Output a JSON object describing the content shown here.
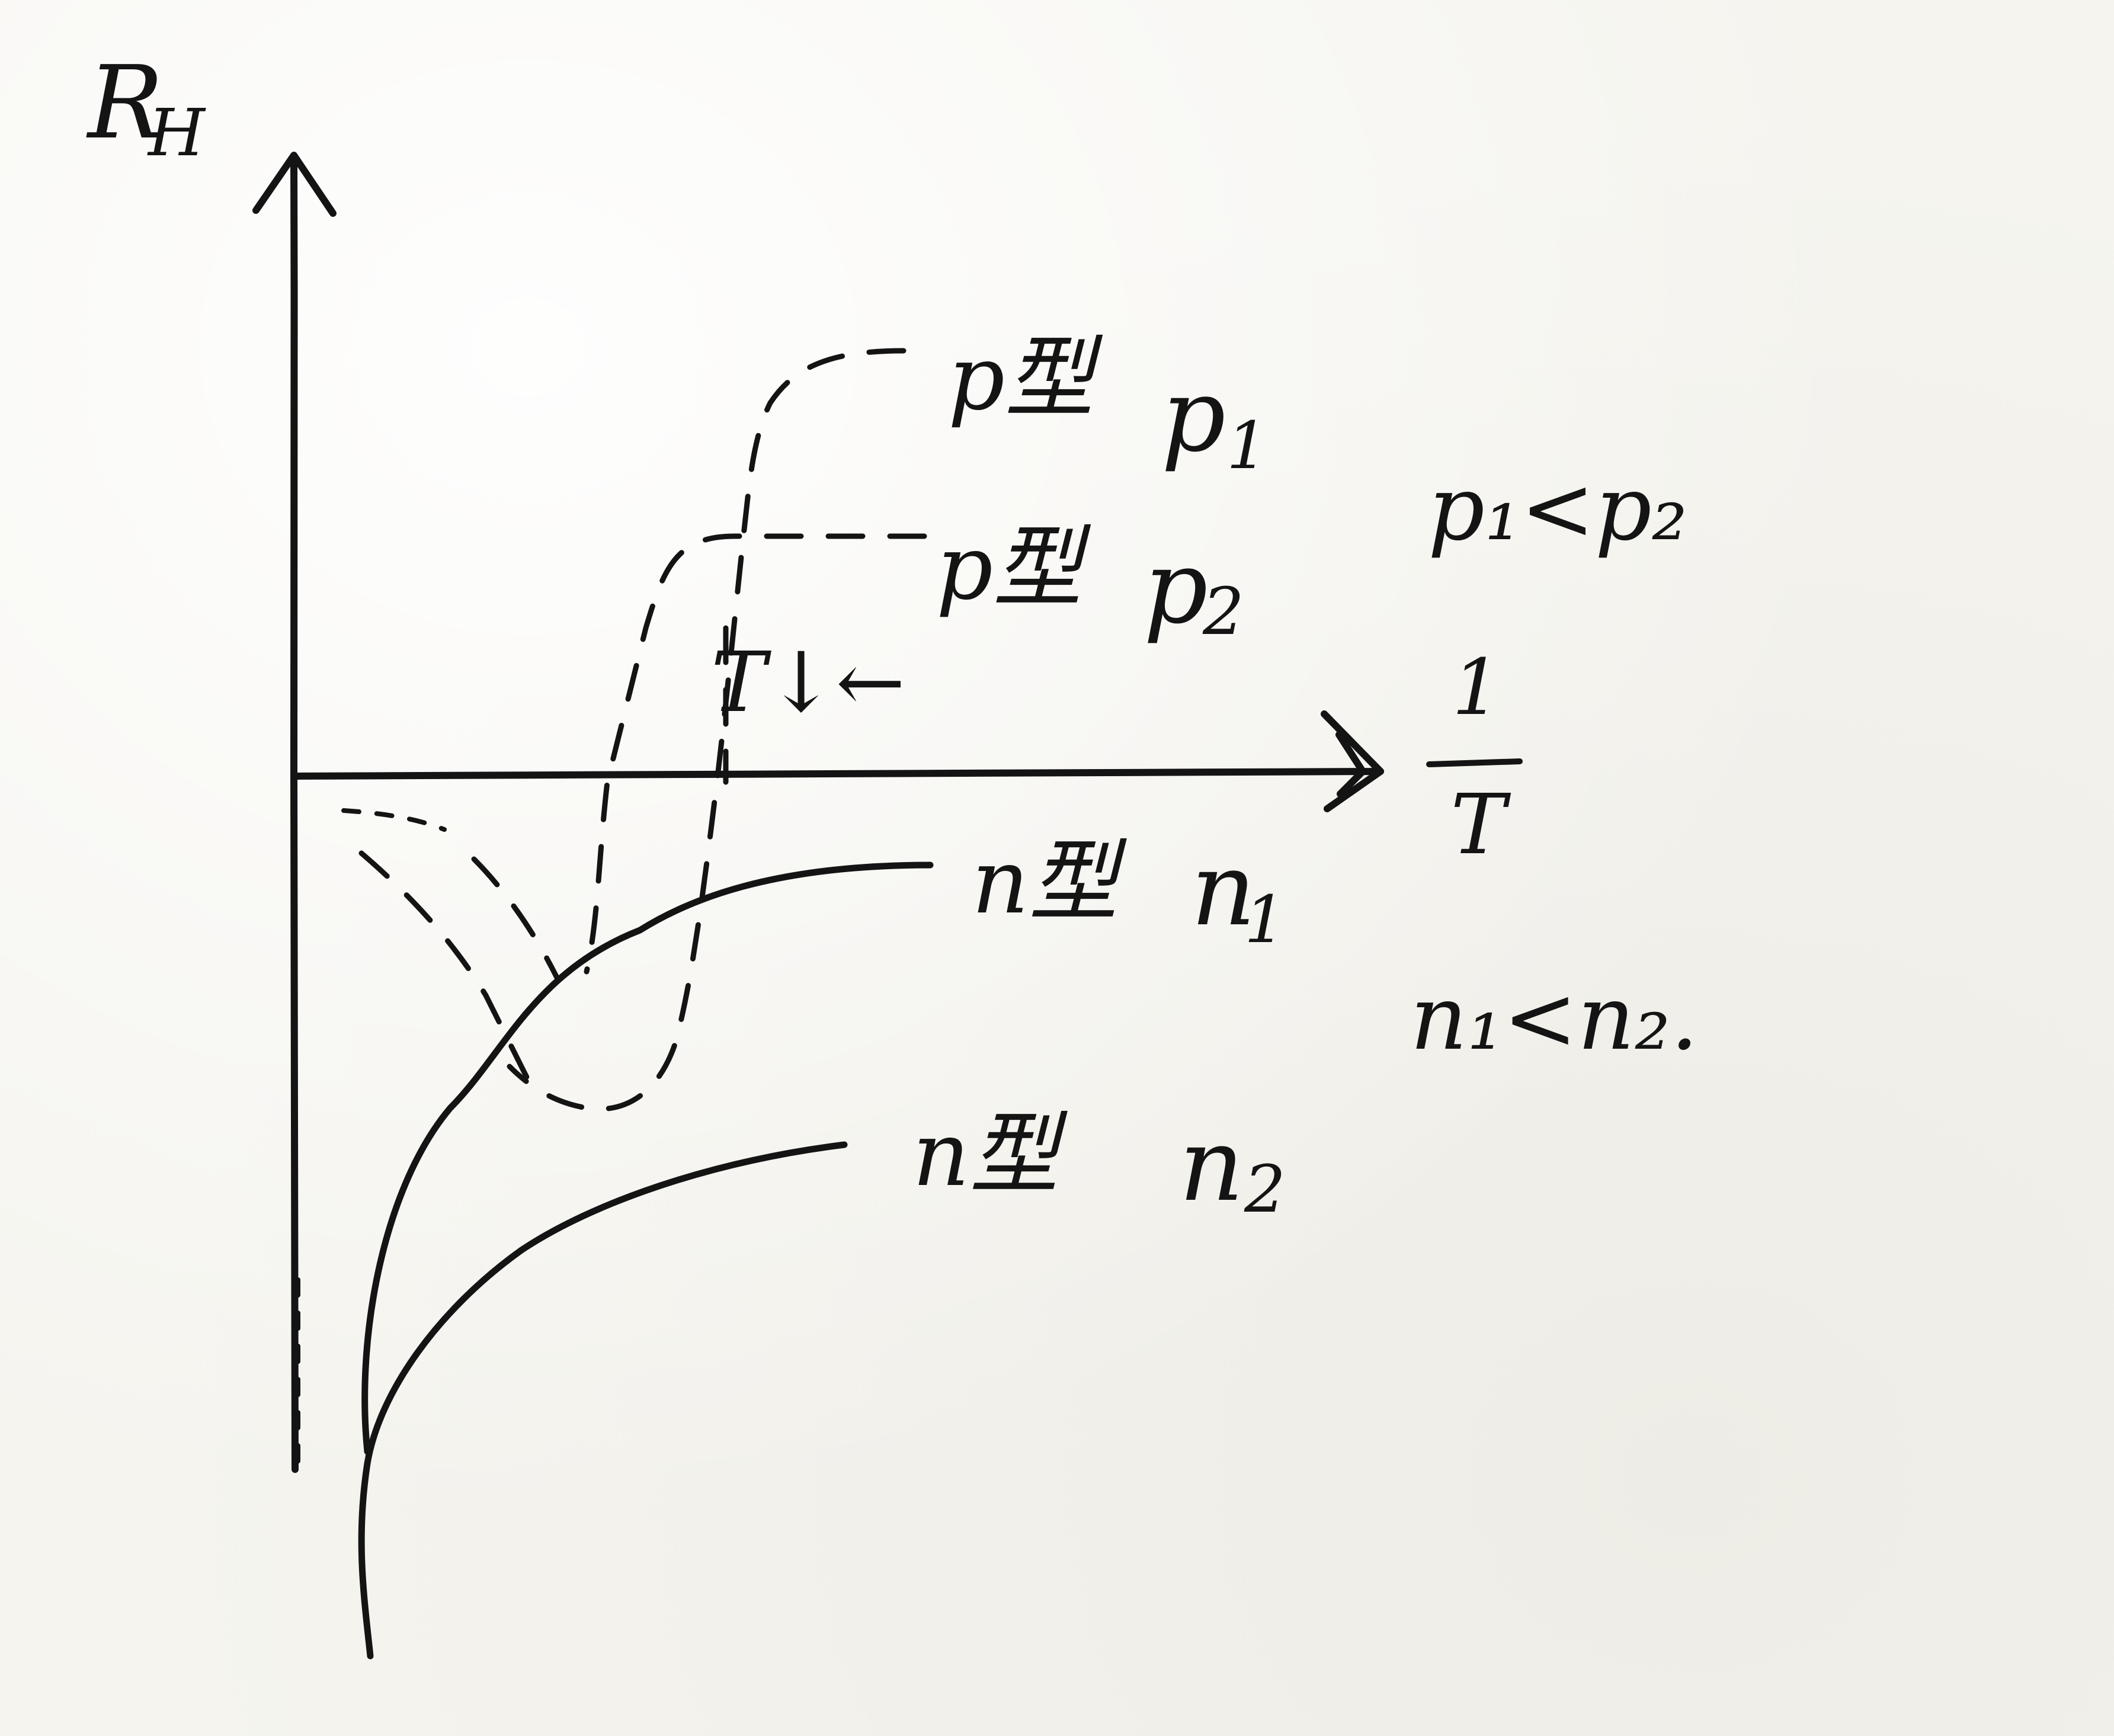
{
  "axes": {
    "y_label": "R",
    "y_label_sub": "H",
    "x_label_num": "1",
    "x_label_den": "T"
  },
  "curves": {
    "p1": {
      "type": "p型",
      "label": "p",
      "sub": "1"
    },
    "p2": {
      "type": "p型",
      "label": "p",
      "sub": "2"
    },
    "n1": {
      "type": "n型",
      "label": "n",
      "sub": "1"
    },
    "n2": {
      "type": "n型",
      "label": "n",
      "sub": "2"
    }
  },
  "relations": {
    "p": "p₁<p₂",
    "n": "n₁<n₂."
  },
  "annotation": {
    "text": "T↓←"
  },
  "colors": {
    "ink": "#141414",
    "paper": "#f5f4ef"
  }
}
